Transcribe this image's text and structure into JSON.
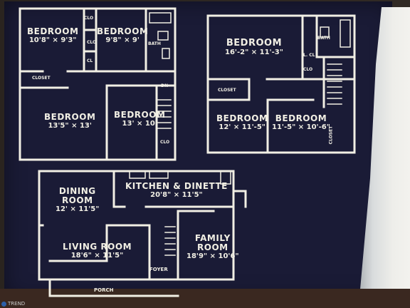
{
  "plan_left": {
    "rooms": [
      {
        "name": "BEDROOM",
        "dims": "10'8\" × 9'3\""
      },
      {
        "name": "BEDROOM",
        "dims": "9'8\" × 9'"
      },
      {
        "name": "BEDROOM",
        "dims": "13'5\" × 13'"
      },
      {
        "name": "BEDROOM",
        "dims": "13' × 10'"
      }
    ],
    "small": {
      "clo1": "CLO",
      "clo2": "CLO",
      "cl": "CL",
      "bath": "BATH",
      "closet": "CLOSET",
      "dn": "DN",
      "clo3": "CLO"
    }
  },
  "plan_right": {
    "rooms": [
      {
        "name": "BEDROOM",
        "dims": "16'-2\" × 11'-3\""
      },
      {
        "name": "BEDROOM",
        "dims": "12' × 11'-5\""
      },
      {
        "name": "BEDROOM",
        "dims": "11'-5\" × 10'-6\""
      }
    ],
    "small": {
      "bath": "BATH",
      "lcl": "L. CL",
      "clo": "CLO",
      "closet": "CLOSET",
      "closet2": "CLOSET"
    }
  },
  "plan_bottom": {
    "rooms": [
      {
        "name": "DINING ROOM",
        "name_a": "DINING",
        "name_b": "ROOM",
        "dims": "12' × 11'5\""
      },
      {
        "name": "KITCHEN & DINETTE",
        "dims": "20'8\" × 11'5\""
      },
      {
        "name": "LIVING ROOM",
        "dims": "18'6\" × 11'5\""
      },
      {
        "name": "FAMILY ROOM",
        "name_a": "FAMILY",
        "name_b": "ROOM",
        "dims": "18'9\" × 10'6\""
      }
    ],
    "small": {
      "foyer": "FOYER",
      "porch": "PORCH"
    }
  },
  "watermark": "TREND",
  "colors": {
    "paper": "#1a1b36",
    "lines": "#f1efe4",
    "wall": "#2f2822",
    "page_curl": "#eeeeea"
  }
}
